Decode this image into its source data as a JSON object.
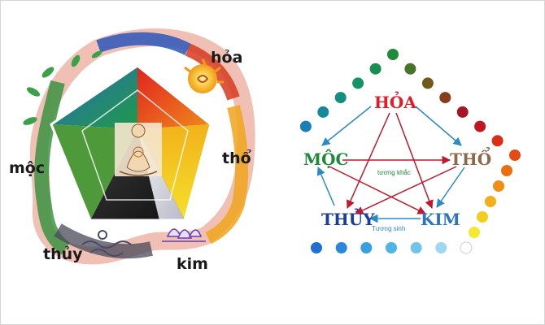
{
  "left_diagram": {
    "labels": {
      "hoa": "hỏa",
      "tho": "thổ",
      "kim": "kim",
      "thuy": "thủy",
      "moc": "mộc"
    }
  },
  "right_diagram": {
    "labels": {
      "hoa": "HỎA",
      "tho": "THỔ",
      "kim": "KIM",
      "thuy": "THỦY",
      "moc": "MỘC"
    },
    "colors": {
      "hoa": "#e11d2a",
      "tho": "#8b6a4a",
      "kim": "#2b74c4",
      "thuy": "#1a3f9a",
      "moc": "#1c8a3a"
    },
    "cycle_labels": {
      "inner": "tương khắc",
      "outer": "Tương sinh"
    },
    "arrow_colors": {
      "generating": "#2a8ac8",
      "overcoming": "#c0182c"
    },
    "dot_colors": [
      "#1f6fd4",
      "#2a88db",
      "#36a0e1",
      "#4fb4e6",
      "#72c4eb",
      "#9ed7f1",
      "#ffffff",
      "#f4ea2c",
      "#f3cd1d",
      "#f2af18",
      "#ef8f15",
      "#ea6e14",
      "#e44b14",
      "#dc2d17",
      "#c01621",
      "#a41526",
      "#8a3d1c",
      "#6e5a1a",
      "#46742a",
      "#1f8a3a",
      "#178f4f",
      "#149365",
      "#118f81",
      "#15889b",
      "#1a7eb8"
    ]
  }
}
